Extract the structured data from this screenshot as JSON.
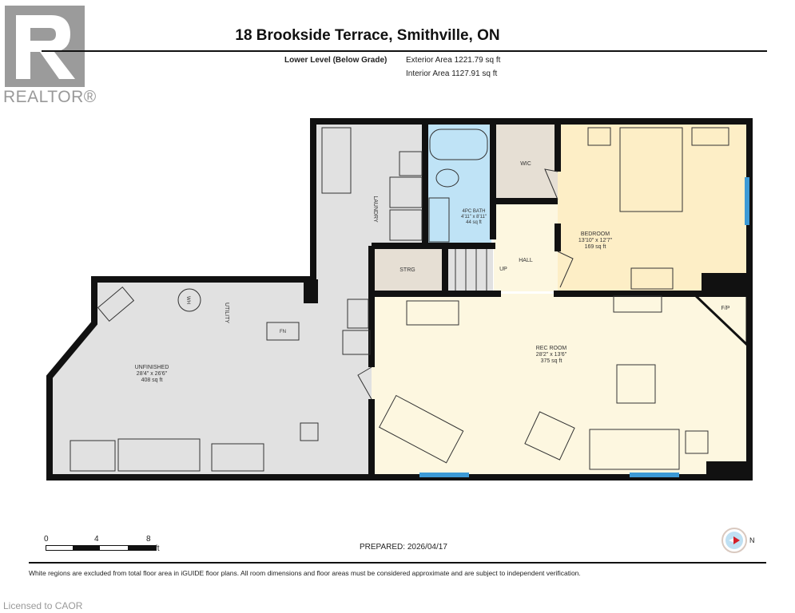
{
  "header": {
    "title": "18 Brookside Terrace, Smithville, ON",
    "level": "Lower Level (Below Grade)",
    "exterior_area": "Exterior Area 1221.79 sq ft",
    "interior_area": "Interior Area 1127.91 sq ft"
  },
  "logo": {
    "text": "REALTOR®"
  },
  "rooms": {
    "unfinished": {
      "name": "UNFINISHED",
      "dims": "28'4\" x 26'6\"",
      "area": "408 sq ft"
    },
    "utility": {
      "name": "UTILITY"
    },
    "laundry": {
      "name": "LAUNDRY"
    },
    "bath": {
      "name": "4PC BATH",
      "dims": "4'11\" x 8'11\"",
      "area": "44 sq ft"
    },
    "wic": {
      "name": "WIC"
    },
    "bedroom": {
      "name": "BEDROOM",
      "dims": "13'10\" x 12'7\"",
      "area": "169 sq ft"
    },
    "hall": {
      "name": "HALL"
    },
    "strg": {
      "name": "STRG"
    },
    "stairs": {
      "name": "UP"
    },
    "rec": {
      "name": "REC ROOM",
      "dims": "28'2\" x 13'6\"",
      "area": "375 sq ft"
    },
    "fp": {
      "name": "F/P"
    },
    "wh": {
      "name": "WH"
    },
    "fn": {
      "name": "FN"
    }
  },
  "scale": {
    "ticks": [
      "0",
      "4",
      "8"
    ],
    "unit": "ft"
  },
  "compass": {
    "label": "N"
  },
  "footer": {
    "prepared": "PREPARED: 2026/04/17",
    "disclaimer": "White regions are excluded from total floor area in iGUIDE floor plans. All room dimensions and floor areas must be considered approximate and are subject to independent verification.",
    "licensed": "Licensed to CAOR"
  },
  "colors": {
    "unfinished": "#e1e1e1",
    "rec": "#fdf7e0",
    "bedroom": "#fdeec6",
    "bath": "#bfe3f6",
    "tan": "#e6dfd4",
    "wall": "#111111",
    "window": "#3c9ad6"
  }
}
